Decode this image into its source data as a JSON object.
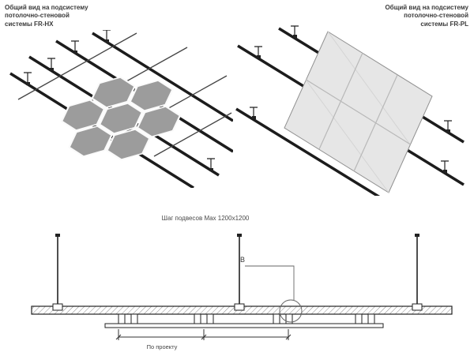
{
  "titles": {
    "left": "Общий вид на подсистему\nпотолочно-стеновой\nсистемы FR-HX",
    "right": "Общий вид на подсистему\nпотолочно-стеновой\nсистемы FR-PL",
    "section": "Шаг подвесов Max 1200x1200"
  },
  "section_drawing": {
    "detail_label": "В",
    "dimension_note": "По проекту"
  },
  "colors": {
    "hex_panel": "#9c9c9c",
    "flat_panel": "#e6e6e6",
    "line_dark": "#1f1f1f",
    "text": "#3a3a3a"
  }
}
